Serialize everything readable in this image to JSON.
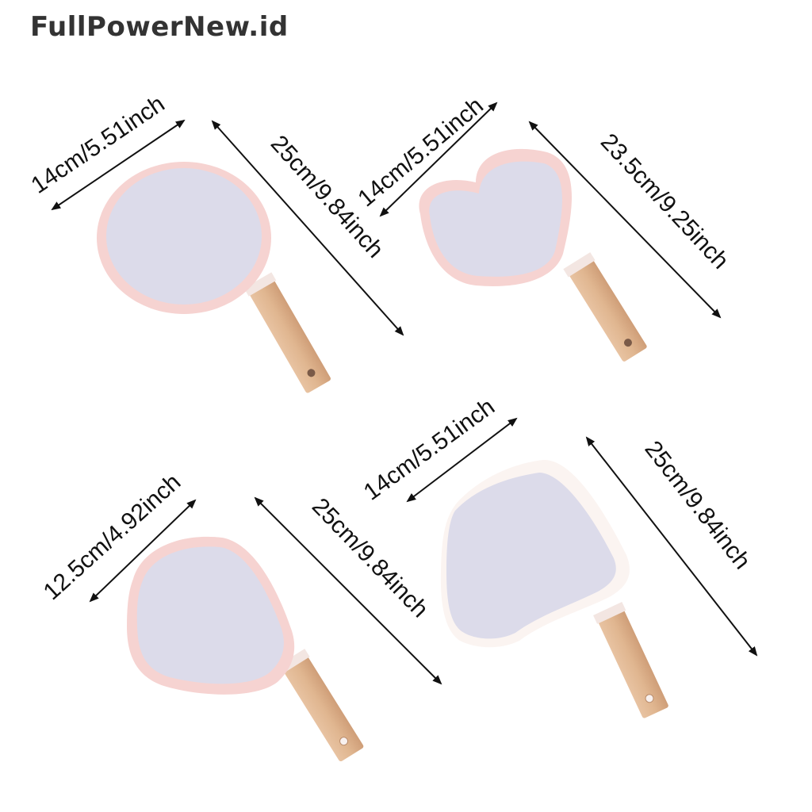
{
  "brand": {
    "watermark": "FullPowerNew.id"
  },
  "colors": {
    "frame_pink": "#f6d3d1",
    "frame_white": "#fbf5f2",
    "mirror": "#dcdbea",
    "wood": "#e2b894",
    "wood_dark": "#cf9e78",
    "arrow": "#111111"
  },
  "products": [
    {
      "shape": "round",
      "width_label": "14cm/5.51inch",
      "length_label": "25cm/9.84inch"
    },
    {
      "shape": "heart",
      "width_label": "14cm/5.51inch",
      "length_label": "23.5cm/9.25inch"
    },
    {
      "shape": "paddle",
      "width_label": "12.5cm/4.92inch",
      "length_label": "25cm/9.84inch"
    },
    {
      "shape": "square",
      "width_label": "14cm/5.51inch",
      "length_label": "25cm/9.84inch"
    }
  ]
}
